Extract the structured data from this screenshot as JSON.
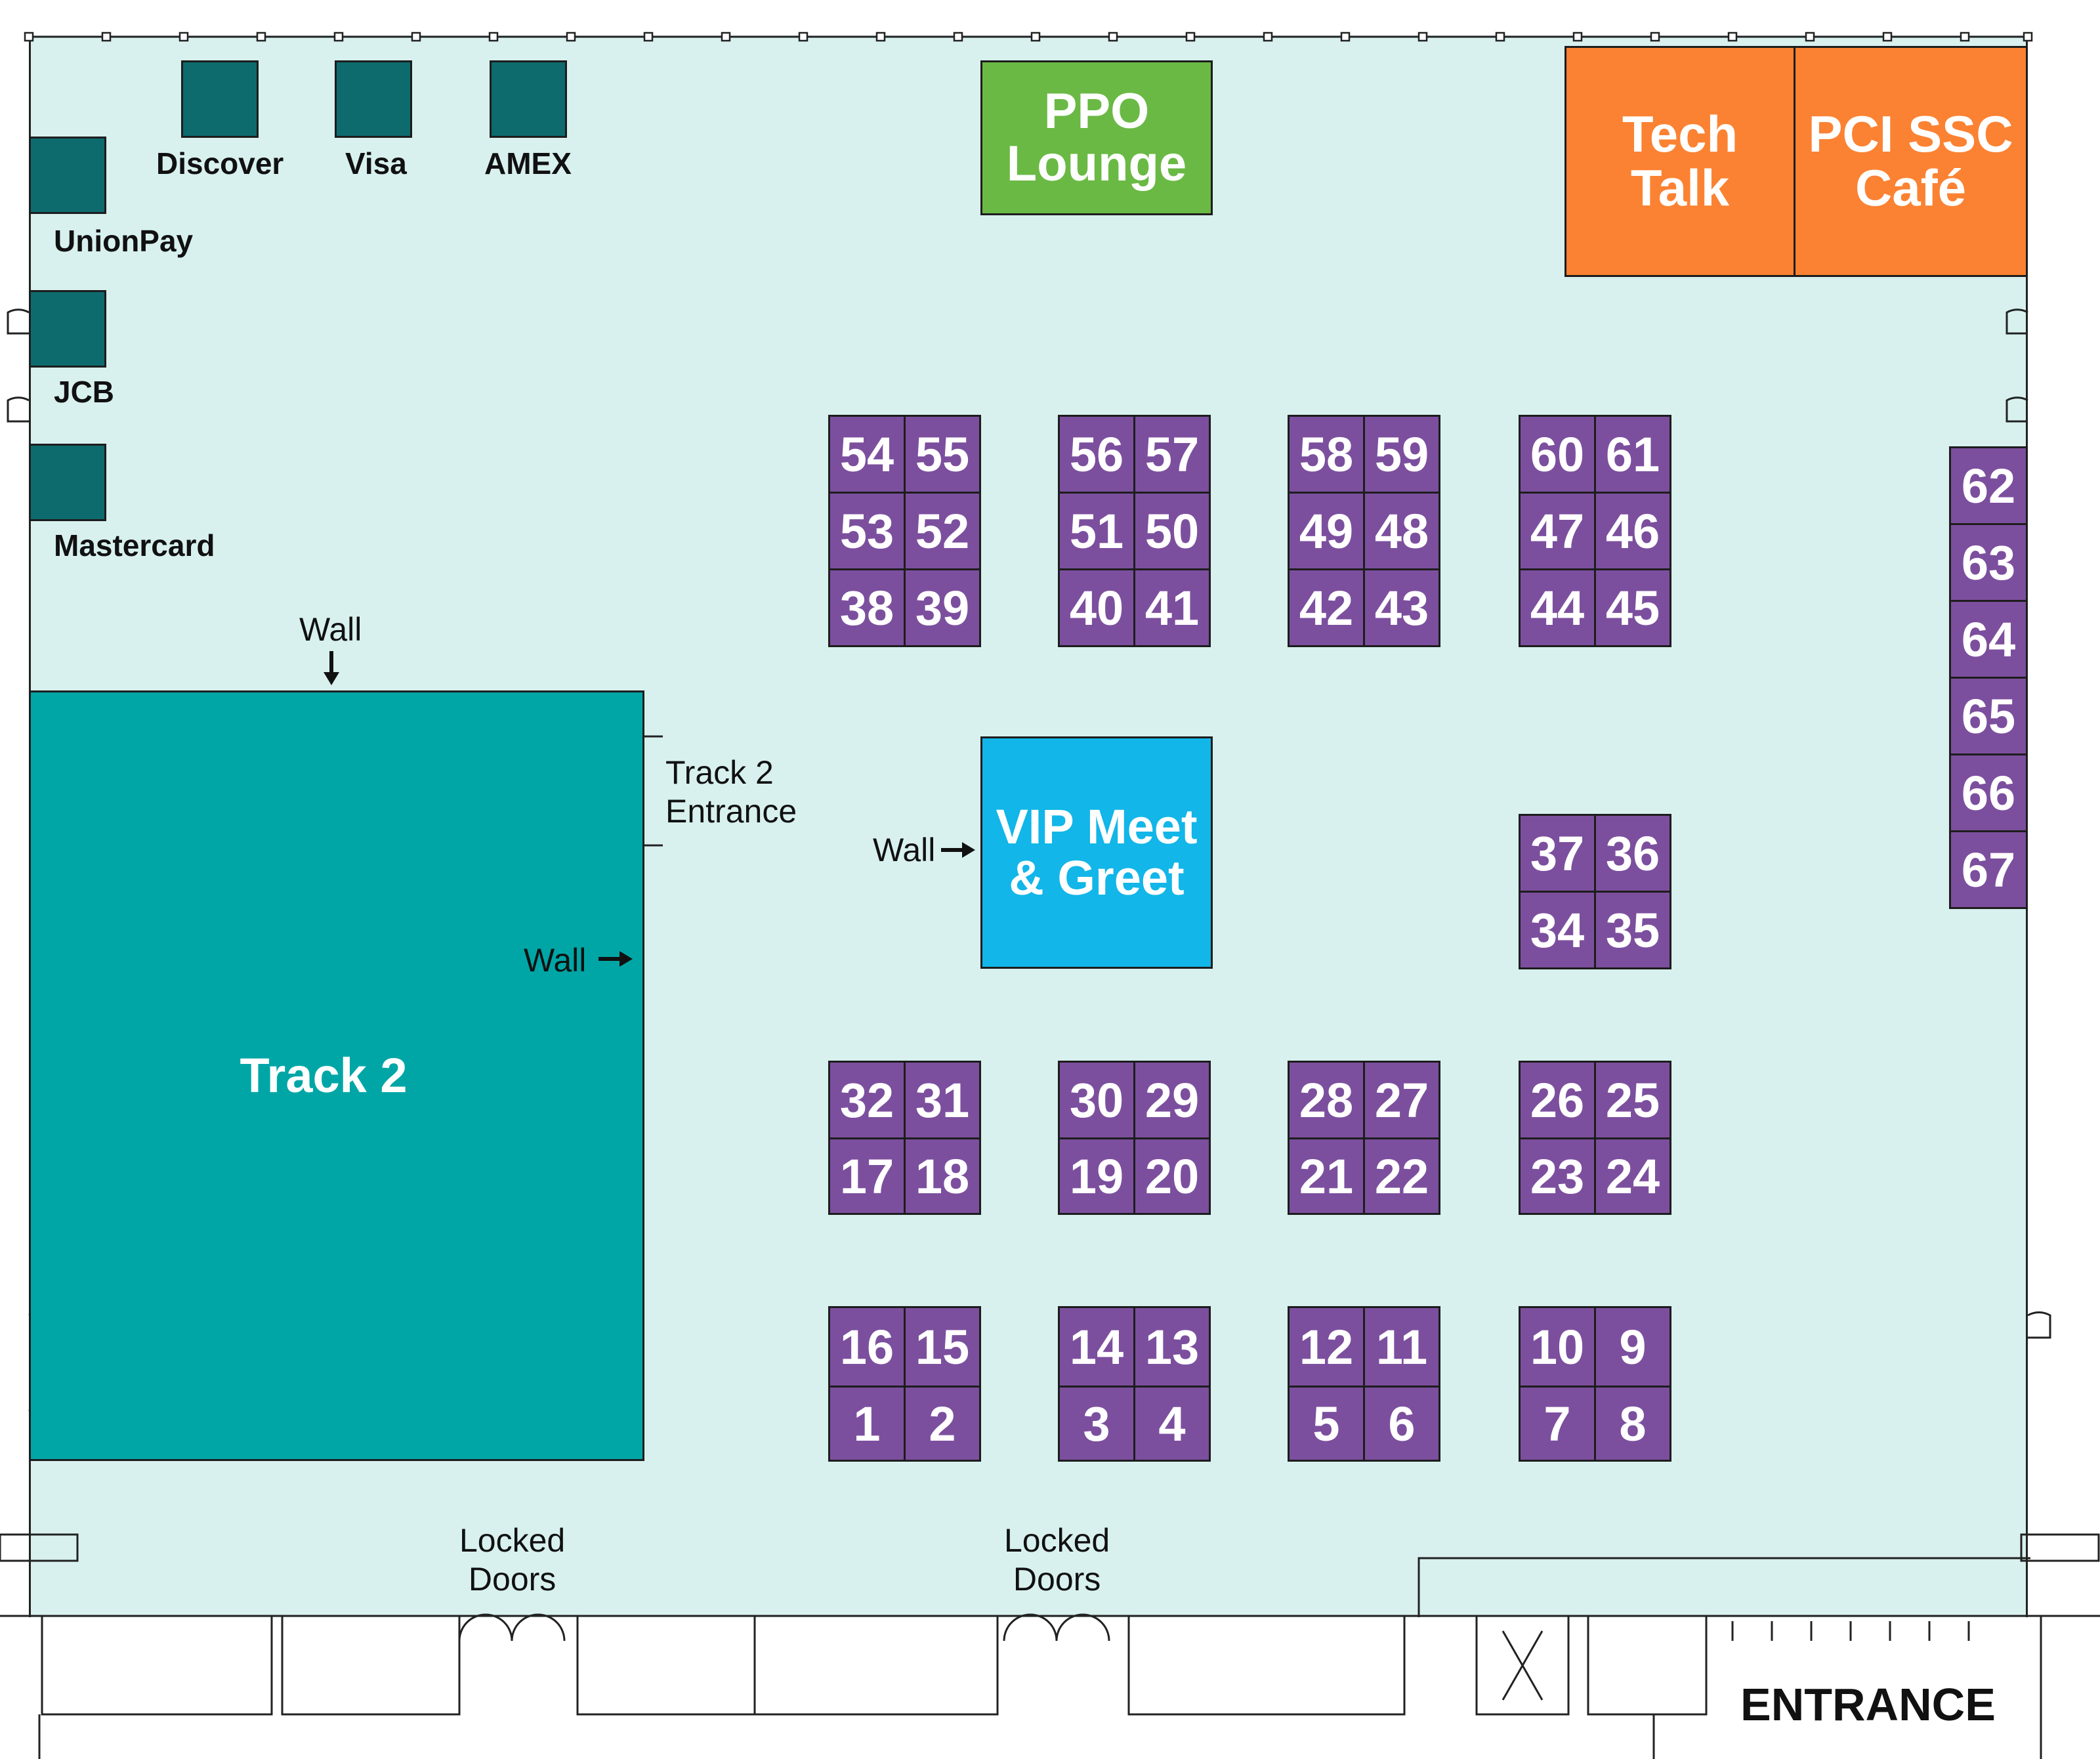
{
  "sponsors": [
    {
      "label": "Discover"
    },
    {
      "label": "Visa"
    },
    {
      "label": "AMEX"
    },
    {
      "label": "UnionPay"
    },
    {
      "label": "JCB"
    },
    {
      "label": "Mastercard"
    }
  ],
  "zones": {
    "ppo_lounge": {
      "line1": "PPO",
      "line2": "Lounge",
      "color": "#6ab944"
    },
    "tech_talk": {
      "line1": "Tech",
      "line2": "Talk",
      "color": "#fb8232"
    },
    "pci_cafe": {
      "line1": "PCI SSC",
      "line2": "Café",
      "color": "#fb8232"
    },
    "vip": {
      "line1": "VIP Meet",
      "line2": "& Greet",
      "color": "#12b6e8"
    },
    "track2": {
      "label": "Track 2",
      "color": "#00a6a6"
    }
  },
  "annotations": {
    "wall_top": "Wall",
    "wall_track2": "Wall",
    "wall_vip": "Wall",
    "track2_entrance_line1": "Track 2",
    "track2_entrance_line2": "Entrance",
    "locked_doors_1_line1": "Locked",
    "locked_doors_1_line2": "Doors",
    "locked_doors_2_line1": "Locked",
    "locked_doors_2_line2": "Doors",
    "entrance": "ENTRANCE"
  },
  "booths": {
    "g1": [
      "54",
      "55",
      "53",
      "52",
      "38",
      "39"
    ],
    "g2": [
      "56",
      "57",
      "51",
      "50",
      "40",
      "41"
    ],
    "g3": [
      "58",
      "59",
      "49",
      "48",
      "42",
      "43"
    ],
    "g4": [
      "60",
      "61",
      "47",
      "46",
      "44",
      "45"
    ],
    "g5": [
      "37",
      "36",
      "34",
      "35"
    ],
    "g6": [
      "32",
      "31",
      "17",
      "18"
    ],
    "g7": [
      "30",
      "29",
      "19",
      "20"
    ],
    "g8": [
      "28",
      "27",
      "21",
      "22"
    ],
    "g9": [
      "26",
      "25",
      "23",
      "24"
    ],
    "g10": [
      "16",
      "15",
      "1",
      "2"
    ],
    "g11": [
      "14",
      "13",
      "3",
      "4"
    ],
    "g12": [
      "12",
      "11",
      "5",
      "6"
    ],
    "g13": [
      "10",
      "9",
      "7",
      "8"
    ],
    "col": [
      "62",
      "63",
      "64",
      "65",
      "66",
      "67"
    ]
  },
  "colors": {
    "booth": "#7c4f9e",
    "sponsor": "#0d6b6e",
    "floor": "#d8f1ef"
  }
}
